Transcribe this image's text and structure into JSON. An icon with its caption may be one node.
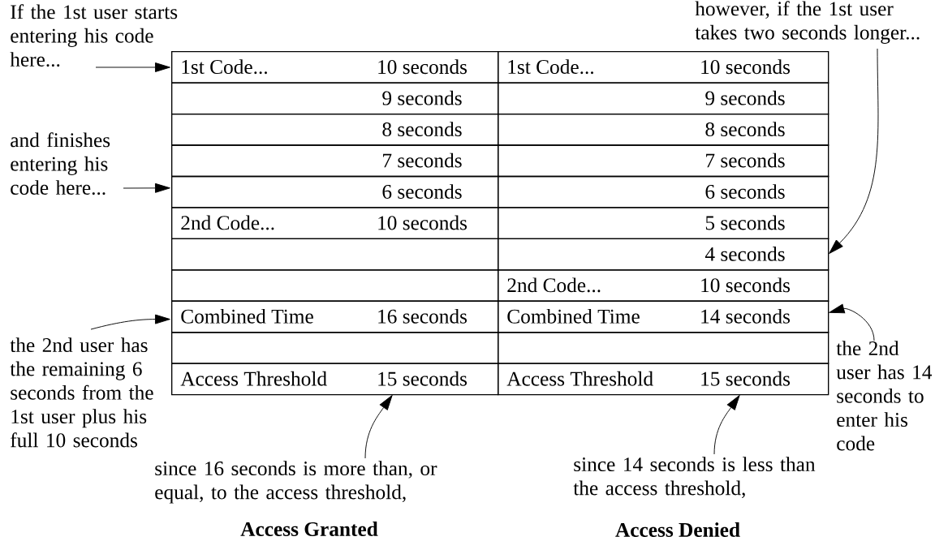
{
  "diagram": {
    "nodes": [
      {
        "text": [
          "1st Code...",
          "10 seconds"
        ]
      },
      {
        "text": [
          "1st Code...",
          "10 seconds"
        ]
      },
      {
        "text": [
          "9 seconds"
        ]
      },
      {
        "text": [
          "9 seconds"
        ]
      },
      {
        "text": [
          "8 seconds"
        ]
      },
      {
        "text": [
          "8 seconds"
        ]
      },
      {
        "text": [
          "7 seconds"
        ]
      },
      {
        "text": [
          "7 seconds"
        ]
      },
      {
        "text": [
          "6 seconds"
        ]
      },
      {
        "text": [
          "6 seconds"
        ]
      },
      {
        "text": [
          "2nd Code...",
          "10 seconds"
        ]
      },
      {
        "text": [
          "5 seconds"
        ]
      },
      {
        "text": [],
        "shape": "box"
      },
      {
        "text": [
          "4 seconds"
        ]
      },
      {
        "text": [],
        "shape": "box"
      },
      {
        "text": [
          "2nd Code...",
          "10 seconds"
        ]
      },
      {
        "text": [
          "Combined Time",
          "16 seconds"
        ]
      },
      {
        "text": [
          "Combined Time",
          "14 seconds"
        ]
      },
      {
        "text": [],
        "shape": "box"
      },
      {
        "text": [],
        "shape": "box"
      },
      {
        "text": [
          "Access Threshold",
          "15 seconds"
        ]
      },
      {
        "text": [
          "Access Threshold",
          "15 seconds"
        ]
      },
      {
        "text": [
          "If the 1st user starts entering his code here..."
        ]
      },
      {
        "text": [
          "and finishes entering his code here..."
        ]
      },
      {
        "text": [
          "however, if the 1st user takes two seconds longer..."
        ]
      },
      {
        "text": [
          "the 2nd user has the remaining 6 seconds from the 1st user plus his full 10 seconds"
        ]
      },
      {
        "text": [
          "the 2nd user has 14 seconds to enter his code"
        ]
      },
      {
        "text": [
          "since 16 seconds is more than, or equal, to the access threshold,"
        ]
      },
      {
        "text": [
          "since 14 seconds is less than the access threshold,"
        ]
      }
    ],
    "edges": [
      {
        "from": 22,
        "to": 0,
        "arrow": "to"
      },
      {
        "from": 23,
        "to": 8,
        "arrow": "to"
      },
      {
        "from": 24,
        "to": 13,
        "arrow": "to"
      },
      {
        "from": 25,
        "to": 16,
        "arrow": "to"
      },
      {
        "from": 26,
        "to": 17,
        "arrow": "to"
      },
      {
        "from": 27,
        "to": 20,
        "arrow": "to"
      },
      {
        "from": 28,
        "to": 21,
        "arrow": "to"
      }
    ],
    "labels": [
      "Access Granted",
      "Access Denied"
    ]
  }
}
